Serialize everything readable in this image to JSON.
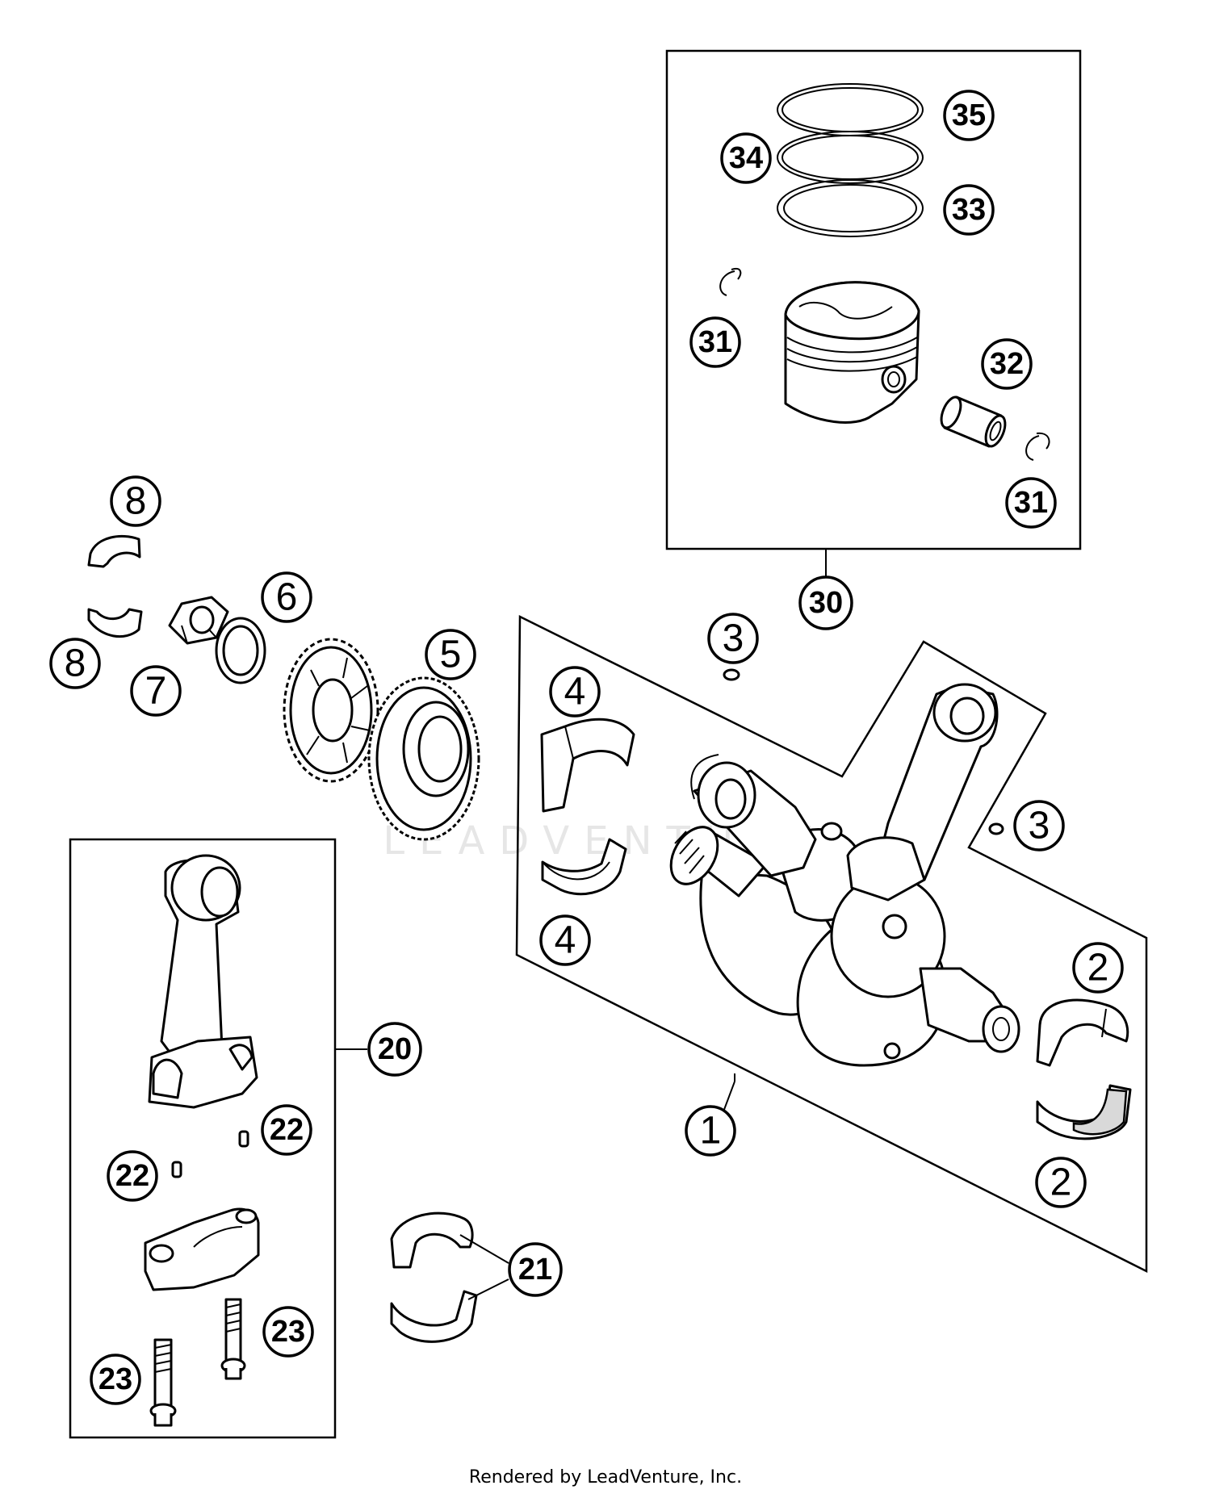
{
  "footer_text": "Rendered by LeadVenture, Inc.",
  "watermark_text": "LEADVENTURE",
  "callouts": {
    "c1": "1",
    "c2a": "2",
    "c2b": "2",
    "c3a": "3",
    "c3b": "3",
    "c4a": "4",
    "c4b": "4",
    "c5": "5",
    "c6": "6",
    "c7": "7",
    "c8a": "8",
    "c8b": "8",
    "c20": "20",
    "c21": "21",
    "c22a": "22",
    "c22b": "22",
    "c23a": "23",
    "c23b": "23",
    "c30": "30",
    "c31a": "31",
    "c31b": "31",
    "c32": "32",
    "c33": "33",
    "c34": "34",
    "c35": "35"
  },
  "colors": {
    "line": "#000000",
    "background": "#ffffff",
    "shade": "#d9d9d9",
    "watermark": "#e6e6e6"
  }
}
